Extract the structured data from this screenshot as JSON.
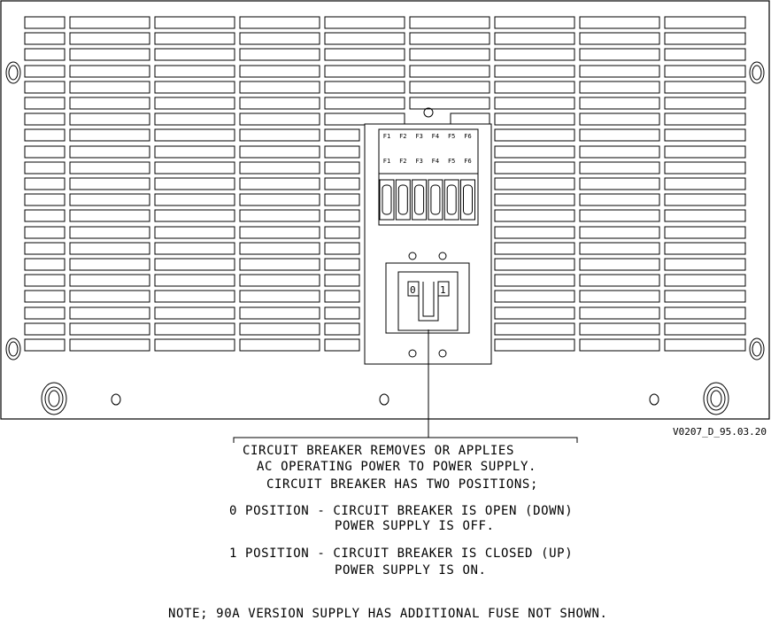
{
  "drawing": {
    "id": "V0207_D_95.03.20",
    "fuse_labels": [
      {
        "top": "F1",
        "bottom": "F1"
      },
      {
        "top": "F2",
        "bottom": "F2"
      },
      {
        "top": "F3",
        "bottom": "F3"
      },
      {
        "top": "F4",
        "bottom": "F4"
      },
      {
        "top": "F5",
        "bottom": "F5"
      },
      {
        "top": "F6",
        "bottom": "F6"
      }
    ],
    "breaker_labels": {
      "left": "0",
      "right": "1"
    },
    "callout_lines": [
      "CIRCUIT BREAKER REMOVES OR APPLIES",
      "AC OPERATING POWER TO POWER SUPPLY.",
      "CIRCUIT BREAKER HAS TWO POSITIONS;"
    ],
    "positions": [
      {
        "line1": "0 POSITION - CIRCUIT BREAKER IS OPEN (DOWN)",
        "line2": "POWER SUPPLY IS OFF."
      },
      {
        "line1": "1 POSITION - CIRCUIT BREAKER IS CLOSED (UP)",
        "line2": "POWER SUPPLY IS ON."
      }
    ],
    "note": "NOTE; 90A VERSION SUPPLY HAS ADDITIONAL FUSE NOT SHOWN."
  }
}
